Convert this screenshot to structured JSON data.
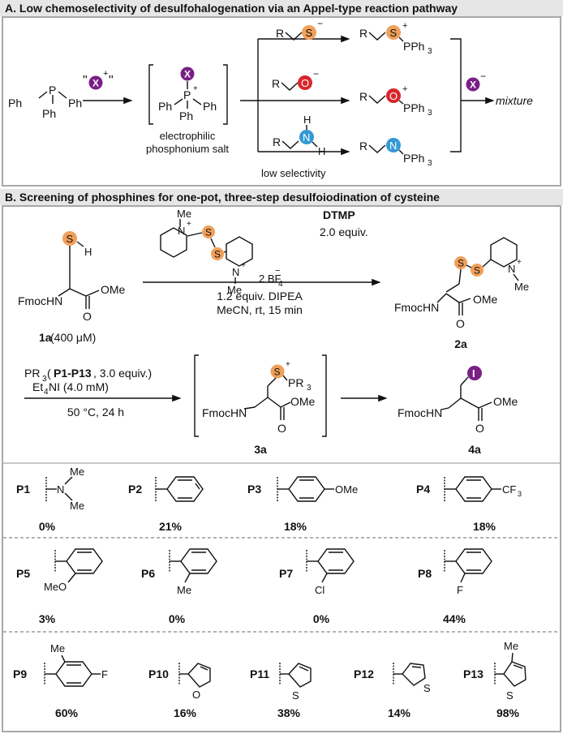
{
  "panelA": {
    "title": "A. Low chemoselectivity of desulfohalogenation via an Appel-type reaction pathway",
    "ph3p": {
      "p": "P",
      "ph": "Ph"
    },
    "reagent_quote_open": "\"",
    "reagent_quote_close": "\"",
    "x": "X",
    "plus": "+",
    "minus": "−",
    "salt_label_1": "electrophilic",
    "salt_label_2": "phosphonium salt",
    "low_selectivity": "low selectivity",
    "r": "R",
    "s": "S",
    "o": "O",
    "n": "N",
    "h": "H",
    "pph3": "PPh",
    "sub3": "3",
    "mixture": "mixture"
  },
  "panelB": {
    "title": "B. Screening of phosphines for one-pot, three-step desulfoiodination of cysteine",
    "compound_1a_label": "1a",
    "compound_1a_conc": " (400 μM)",
    "compound_2a": "2a",
    "compound_3a": "3a",
    "compound_4a": "4a",
    "fmochn": "FmocHN",
    "ome": "OMe",
    "o": "O",
    "me": "Me",
    "n": "N",
    "s": "S",
    "i": "I",
    "plus": "+",
    "minus": "−",
    "bf4": "2 BF",
    "bf4_sub": "4",
    "dtmp": "DTMP",
    "dtmp_equiv": "2.0 equiv.",
    "step1_line1": "1.2 equiv. DIPEA",
    "step1_line2": "MeCN, rt, 15 min",
    "step2_line1_a": "PR",
    "step2_line1_sub": "3",
    "step2_line1_b": " (",
    "step2_line1_bold": "P1-P13",
    "step2_line1_c": ", 3.0 equiv.)",
    "step2_line2_a": "Et",
    "step2_line2_sub": "4",
    "step2_line2_b": "NI (4.0 mM)",
    "step2_line3": "50 °C, 24 h",
    "pr3": "PR",
    "pr3_sub": "3"
  },
  "phosphines": [
    {
      "id": "P1",
      "yield": "0%"
    },
    {
      "id": "P2",
      "yield": "21%"
    },
    {
      "id": "P3",
      "yield": "18%",
      "sub": "OMe"
    },
    {
      "id": "P4",
      "yield": "18%",
      "sub": "CF",
      "sub_sub": "3"
    },
    {
      "id": "P5",
      "yield": "3%",
      "sub": "MeO"
    },
    {
      "id": "P6",
      "yield": "0%",
      "sub": "Me"
    },
    {
      "id": "P7",
      "yield": "0%",
      "sub": "Cl"
    },
    {
      "id": "P8",
      "yield": "44%",
      "sub": "F"
    },
    {
      "id": "P9",
      "yield": "60%",
      "sub": "F",
      "sub2": "Me"
    },
    {
      "id": "P10",
      "yield": "16%",
      "sub": "O"
    },
    {
      "id": "P11",
      "yield": "38%",
      "sub": "S"
    },
    {
      "id": "P12",
      "yield": "14%",
      "sub": "S"
    },
    {
      "id": "P13",
      "yield": "98%",
      "sub": "S",
      "sub2": "Me"
    }
  ],
  "colors": {
    "x_purple": "#7a1f86",
    "s_orange": "#f0a05a",
    "o_red": "#d9262b",
    "n_blue": "#3399d6",
    "i_purple": "#7a1f86",
    "header_bg": "#e6e6e6",
    "frame": "#a8a8a8"
  }
}
